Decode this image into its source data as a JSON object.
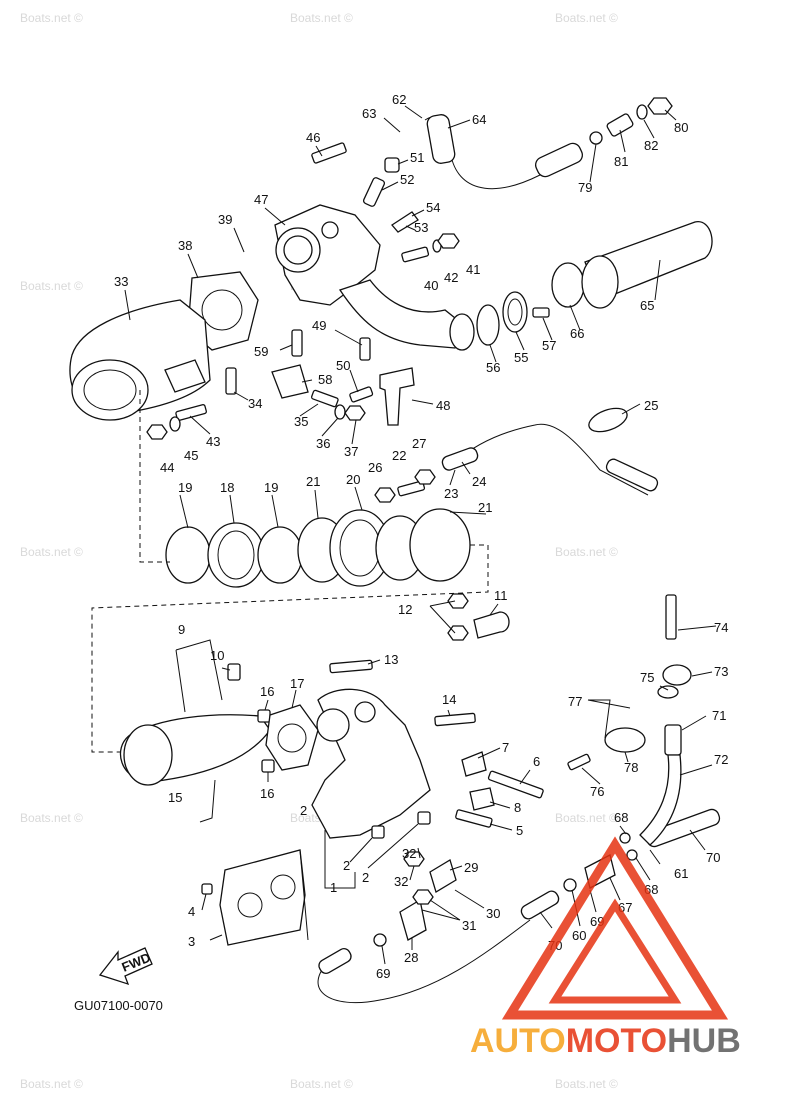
{
  "watermark": "Boats.net ©",
  "diagram_code": "GU07100-0070",
  "fwd_label": "FWD",
  "logo": {
    "word_a": "AUTO",
    "word_b": "MOTO",
    "word_c": "HUB",
    "red": "#e63312",
    "orange": "#f5a11b",
    "gray": "#5a5a5a"
  },
  "callouts": [
    "1",
    "2",
    "2",
    "2",
    "3",
    "4",
    "5",
    "6",
    "7",
    "8",
    "9",
    "10",
    "11",
    "12",
    "13",
    "14",
    "15",
    "16",
    "16",
    "17",
    "18",
    "19",
    "19",
    "20",
    "21",
    "21",
    "22",
    "23",
    "24",
    "25",
    "26",
    "27",
    "28",
    "29",
    "30",
    "31",
    "32",
    "32",
    "33",
    "34",
    "35",
    "36",
    "37",
    "38",
    "39",
    "40",
    "41",
    "42",
    "43",
    "44",
    "45",
    "46",
    "47",
    "48",
    "49",
    "50",
    "51",
    "52",
    "53",
    "54",
    "55",
    "56",
    "57",
    "58",
    "59",
    "60",
    "61",
    "62",
    "63",
    "64",
    "65",
    "66",
    "67",
    "68",
    "68",
    "69",
    "69",
    "70",
    "70",
    "71",
    "72",
    "73",
    "74",
    "75",
    "76",
    "77",
    "78",
    "79",
    "80",
    "81",
    "82"
  ]
}
